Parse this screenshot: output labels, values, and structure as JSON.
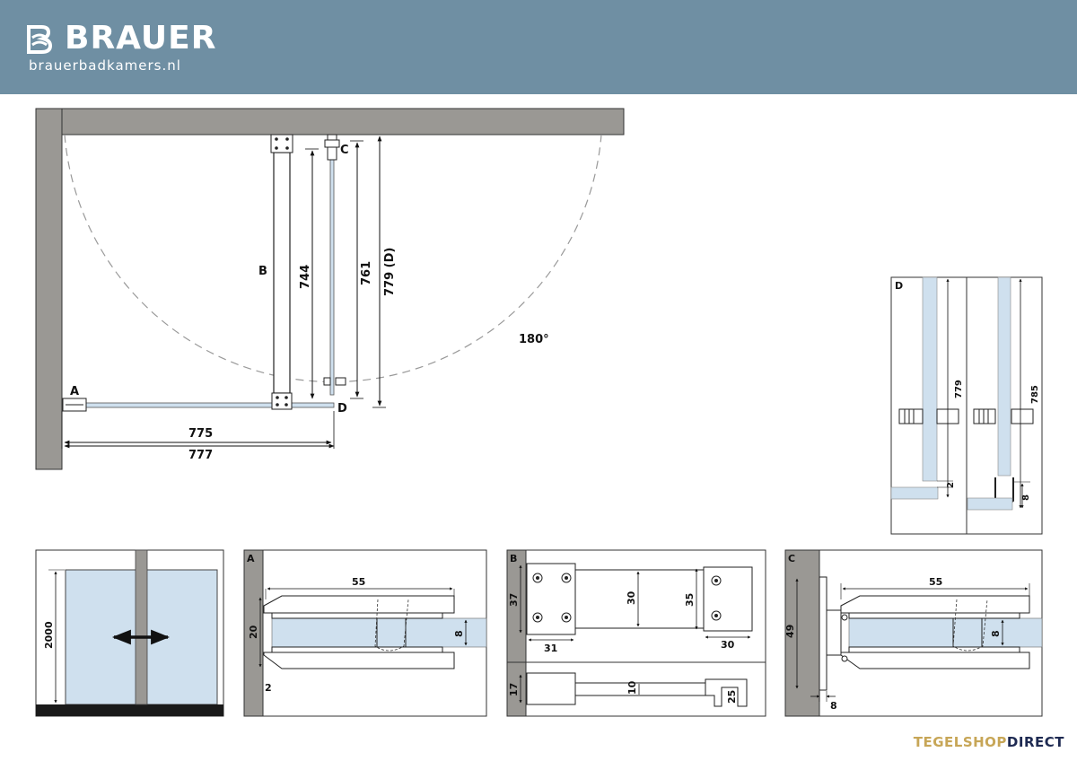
{
  "brand": {
    "name": "BRAUER",
    "site": "brauerbadkamers.nl",
    "header_color": "#6f8fa3"
  },
  "plan": {
    "label_a": "A",
    "label_b": "B",
    "label_c": "C",
    "label_d": "D",
    "dim_775": "775",
    "dim_777": "777",
    "dim_744": "744",
    "dim_761": "761",
    "dim_779d": "779 (D)",
    "angle": "180°"
  },
  "detail_d": {
    "label": "D",
    "dim_779": "779",
    "dim_2": "2",
    "dim_785": "785",
    "dim_8": "8"
  },
  "elevation": {
    "dim_2000": "2000"
  },
  "detail_a": {
    "label": "A",
    "dim_55": "55",
    "dim_20": "20",
    "dim_8": "8",
    "dim_2": "2"
  },
  "detail_b": {
    "label": "B",
    "dim_37": "37",
    "dim_30a": "30",
    "dim_35": "35",
    "dim_31": "31",
    "dim_30b": "30",
    "dim_17": "17",
    "dim_10": "10",
    "dim_25": "25"
  },
  "detail_c": {
    "label": "C",
    "dim_55": "55",
    "dim_49": "49",
    "dim_8a": "8",
    "dim_8b": "8"
  },
  "footer": {
    "part1": "TEGELSHOP",
    "part2": "DIRECT"
  },
  "colors": {
    "wall": "#9a9894",
    "glass": "#cfe0ee",
    "dark": "#1a1a1a"
  }
}
